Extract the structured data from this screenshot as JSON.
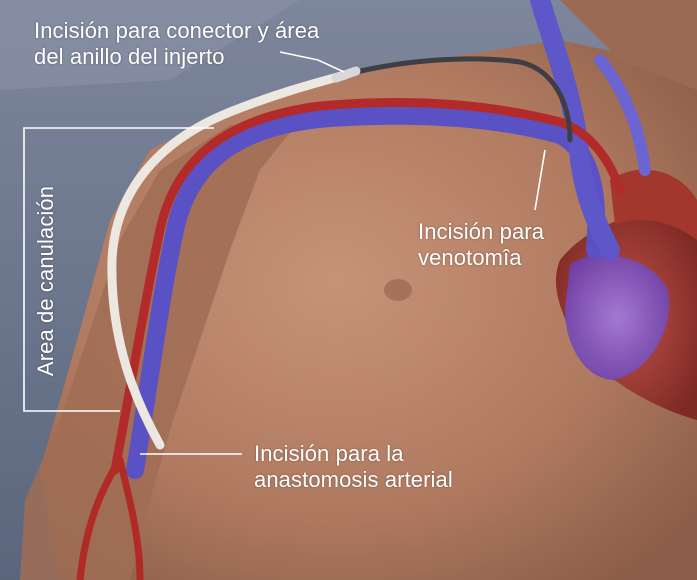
{
  "labels": {
    "conector_line1": "Incisión para conector y área",
    "conector_line2": "del anillo del injerto",
    "venotomia_line1": "Incisión para",
    "venotomia_line2": "venotomîa",
    "anastomosis_line1": "Incisión para la",
    "anastomosis_line2": "anastomosis arterial",
    "canulacion": "Area de canulación"
  },
  "colors": {
    "skin": "#b5826a",
    "background": "#6f7c93",
    "artery": "#b32a2a",
    "vein": "#5a55c8",
    "graft": "#e9e4de",
    "heart": "#a23b32",
    "annotation": "#ffffff"
  }
}
